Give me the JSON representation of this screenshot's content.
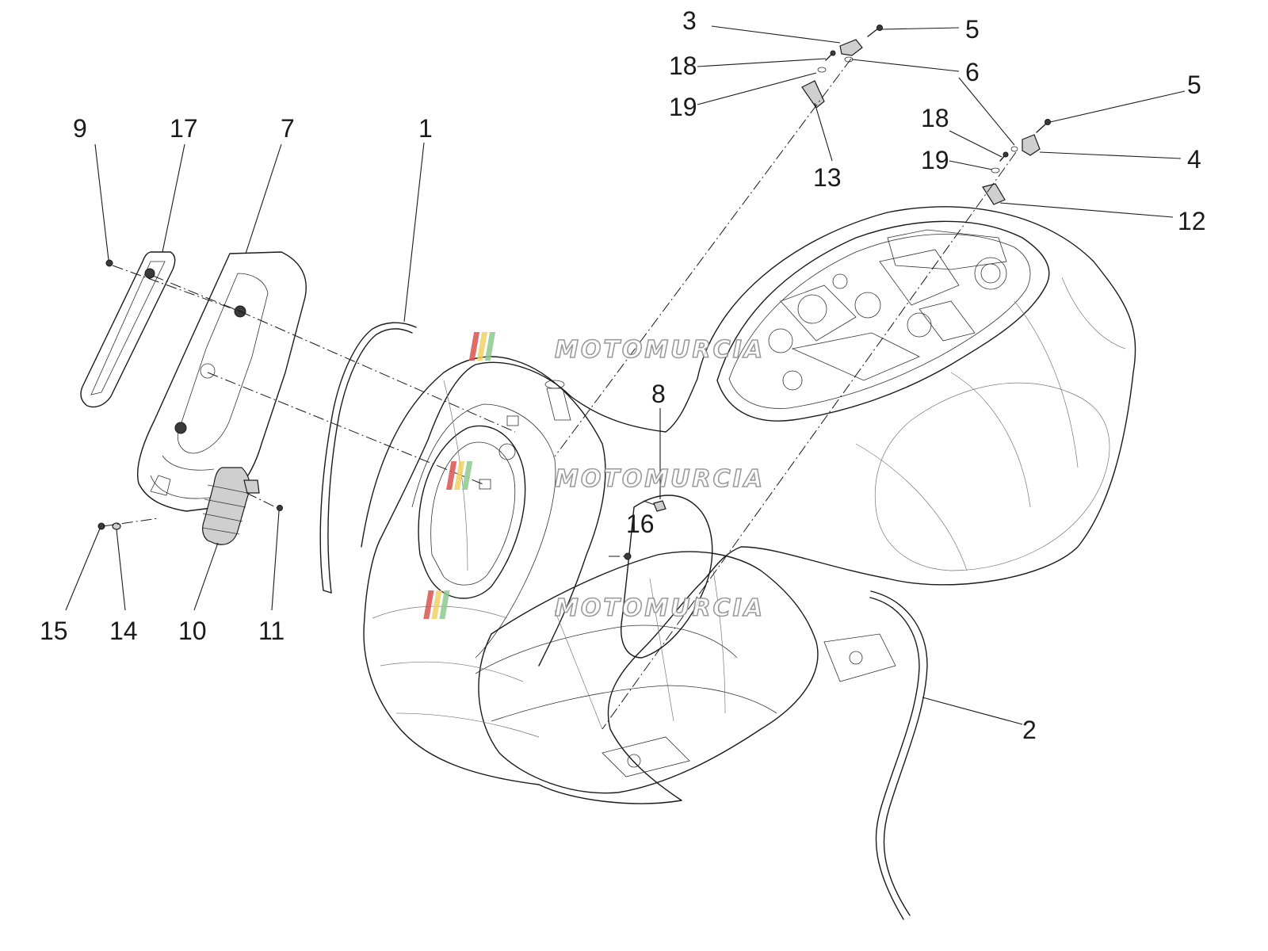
{
  "diagram": {
    "callouts": {
      "c1": "1",
      "c2": "2",
      "c3": "3",
      "c4": "4",
      "c5a": "5",
      "c5b": "5",
      "c6": "6",
      "c7": "7",
      "c8": "8",
      "c9": "9",
      "c10": "10",
      "c11": "11",
      "c12": "12",
      "c13": "13",
      "c14": "14",
      "c15": "15",
      "c16": "16",
      "c17": "17",
      "c18a": "18",
      "c18b": "18",
      "c19a": "19",
      "c19b": "19"
    },
    "watermark": {
      "text": "MOTOMURCIA"
    },
    "colors": {
      "line": "#1a1a1a",
      "watermark_red": "#d9534f",
      "watermark_yellow": "#f0d264",
      "watermark_green": "#8cc98c"
    }
  }
}
